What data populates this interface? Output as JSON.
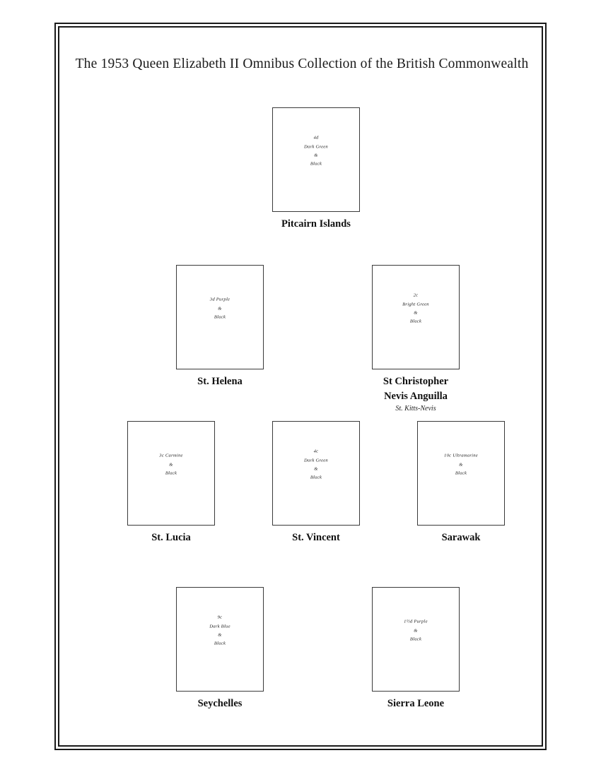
{
  "page": {
    "title": "The 1953 Queen Elizabeth II Omnibus Collection of the British Commonwealth",
    "background_color": "#ffffff",
    "frame_color": "#1a1a1a",
    "stamp_box_border_color": "#3a3a3a"
  },
  "stamps": [
    {
      "id": "pitcairn-islands",
      "country": "Pitcairn Islands",
      "subtitle": "",
      "denomination": "4d",
      "description_lines": [
        "4d",
        "Dark Green",
        "&",
        "Black"
      ]
    },
    {
      "id": "st-helena",
      "country": "St. Helena",
      "subtitle": "",
      "denomination": "3d",
      "description_lines": [
        "3d Purple",
        "&",
        "Black"
      ]
    },
    {
      "id": "st-christopher",
      "country": "St Christopher",
      "country_line2": "Nevis Anguilla",
      "subtitle": "St. Kitts-Nevis",
      "denomination": "2c",
      "description_lines": [
        "2c",
        "Bright Green",
        "&",
        "Black"
      ]
    },
    {
      "id": "st-lucia",
      "country": "St. Lucia",
      "subtitle": "",
      "denomination": "3c",
      "description_lines": [
        "3c Carmine",
        "&",
        "Black"
      ]
    },
    {
      "id": "st-vincent",
      "country": "St. Vincent",
      "subtitle": "",
      "denomination": "4c",
      "description_lines": [
        "4c",
        "Dark Green",
        "&",
        "Black"
      ]
    },
    {
      "id": "sarawak",
      "country": "Sarawak",
      "subtitle": "",
      "denomination": "10c",
      "description_lines": [
        "10c Ultramarine",
        "&",
        "Black"
      ]
    },
    {
      "id": "seychelles",
      "country": "Seychelles",
      "subtitle": "",
      "denomination": "9c",
      "description_lines": [
        "9c",
        "Dark Blue",
        "&",
        "Black"
      ]
    },
    {
      "id": "sierra-leone",
      "country": "Sierra Leone",
      "subtitle": "",
      "denomination": "1½d",
      "description_lines": [
        "1½d Purple",
        "&",
        "Black"
      ]
    }
  ]
}
